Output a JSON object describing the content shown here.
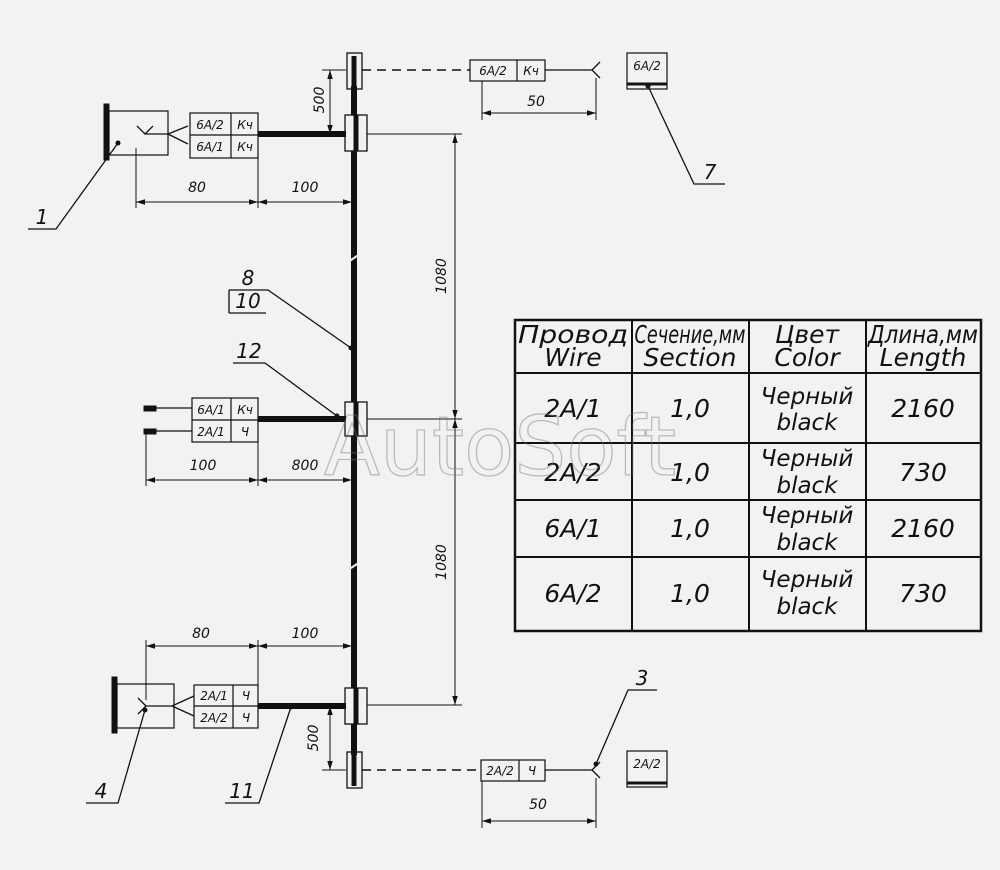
{
  "watermark": "AutoSoft",
  "callouts": {
    "c1": "1",
    "c3": "3",
    "c4": "4",
    "c7": "7",
    "c8": "8",
    "c10": "10",
    "c11": "11",
    "c12": "12"
  },
  "connectors": {
    "top_right": {
      "wire": "6A/2",
      "color": "Кч"
    },
    "top_left": [
      {
        "wire": "6A/2",
        "color": "Кч"
      },
      {
        "wire": "6A/1",
        "color": "Кч"
      }
    ],
    "middle": [
      {
        "wire": "6A/1",
        "color": "Кч"
      },
      {
        "wire": "2A/1",
        "color": "Ч"
      }
    ],
    "bottom_left": [
      {
        "wire": "2A/1",
        "color": "Ч"
      },
      {
        "wire": "2A/2",
        "color": "Ч"
      }
    ],
    "bottom_right": {
      "wire": "2A/2",
      "color": "Ч"
    },
    "tag_top": "6A/2",
    "tag_bottom": "2A/2"
  },
  "dimensions": {
    "top_vertical": "500",
    "top_right_length": "50",
    "top_left_80": "80",
    "top_left_100": "100",
    "main_upper": "1080",
    "middle_100": "100",
    "middle_800": "800",
    "main_lower": "1080",
    "bottom_left_80": "80",
    "bottom_left_100": "100",
    "bottom_vertical": "500",
    "bottom_right_length": "50"
  },
  "table": {
    "headers": [
      {
        "line1": "Провод",
        "line2": "Wire"
      },
      {
        "line1": "Сечение,мм",
        "line2": "Section"
      },
      {
        "line1": "Цвет",
        "line2": "Color"
      },
      {
        "line1": "Длина,мм",
        "line2": "Length"
      }
    ],
    "rows": [
      {
        "wire": "2A/1",
        "section": "1,0",
        "color1": "Черный",
        "color2": "black",
        "length": "2160"
      },
      {
        "wire": "2A/2",
        "section": "1,0",
        "color1": "Черный",
        "color2": "black",
        "length": "730"
      },
      {
        "wire": "6A/1",
        "section": "1,0",
        "color1": "Черный",
        "color2": "black",
        "length": "2160"
      },
      {
        "wire": "6A/2",
        "section": "1,0",
        "color1": "Черный",
        "color2": "black",
        "length": "730"
      }
    ]
  },
  "colors": {
    "ink": "#111111",
    "paper": "#f2f2f2",
    "watermark": "#777777"
  }
}
